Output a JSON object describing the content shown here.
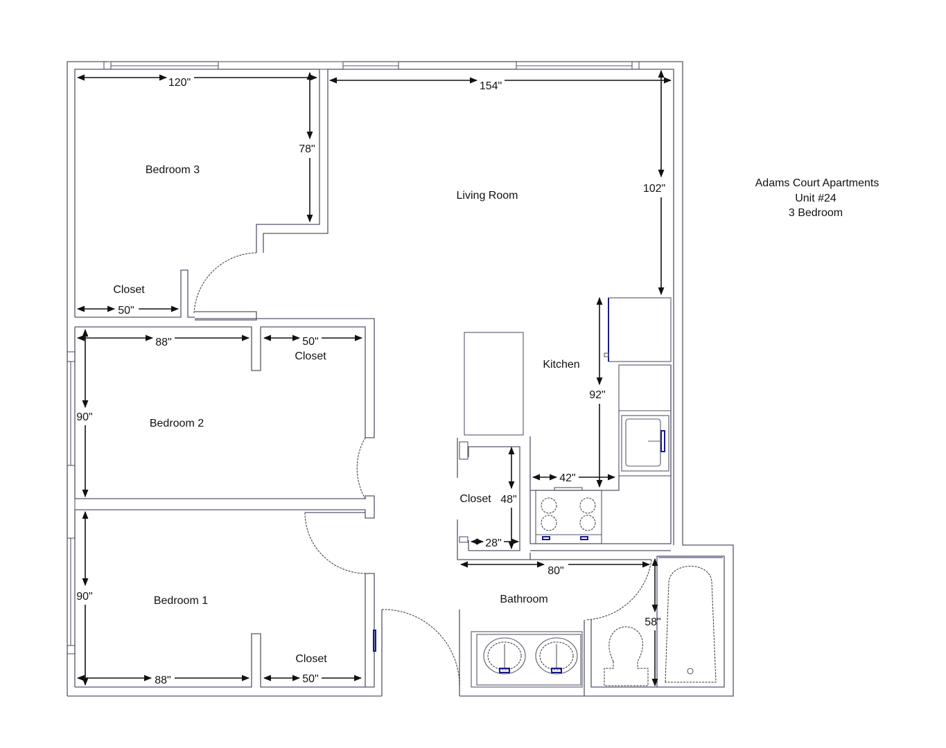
{
  "title": {
    "line1": "Adams Court Apartments",
    "line2": "Unit #24",
    "line3": "3 Bedroom"
  },
  "rooms": {
    "bedroom3": "Bedroom 3",
    "bedroom2": "Bedroom 2",
    "bedroom1": "Bedroom 1",
    "living_room": "Living Room",
    "kitchen": "Kitchen",
    "bathroom": "Bathroom",
    "closet_b3": "Closet",
    "closet_b2": "Closet",
    "closet_b1": "Closet",
    "closet_kitchen": "Closet"
  },
  "dimensions": {
    "b3_width": "120\"",
    "b3_depth": "78\"",
    "b3_closet": "50\"",
    "living_width": "154\"",
    "living_depth": "102\"",
    "b2_width": "88\"",
    "b2_closet": "50\"",
    "b2_depth": "90\"",
    "b1_depth": "90\"",
    "b1_width": "88\"",
    "b1_closet": "50\"",
    "kitchen_depth": "92\"",
    "kitchen_width": "42\"",
    "closet_depth": "48\"",
    "closet_width": "28\"",
    "bath_width": "80\"",
    "bath_depth": "58\""
  },
  "colors": {
    "wall": "#55556a",
    "fixture_accent": "#1a1a8a"
  }
}
